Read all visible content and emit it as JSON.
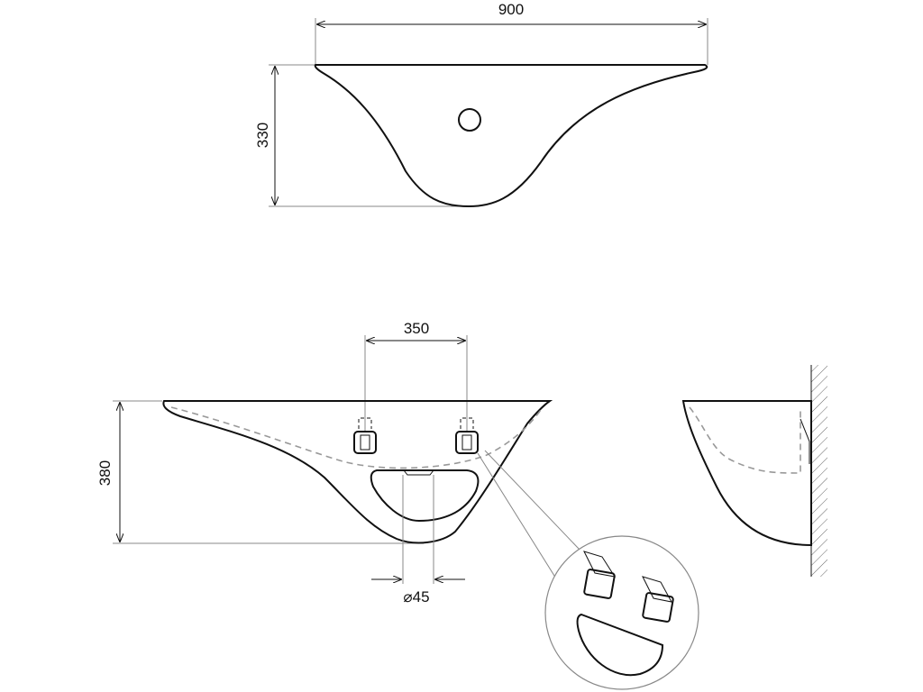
{
  "dimensions": {
    "top_width": "900",
    "top_height": "330",
    "bracket_spacing": "350",
    "front_height": "380",
    "drain_diameter": "⌀45"
  }
}
